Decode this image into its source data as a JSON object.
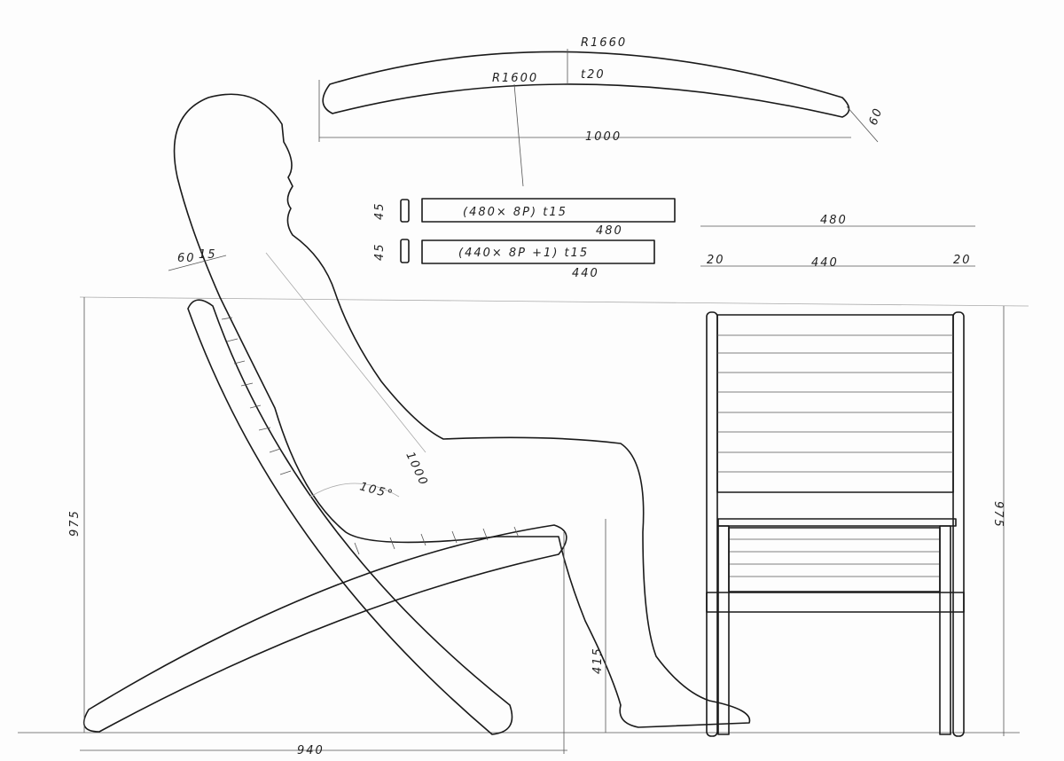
{
  "drawing": {
    "top_slat": {
      "outer_radius": "R1660",
      "inner_radius": "R1600",
      "thickness": "t20",
      "length": "1000",
      "width": "60"
    },
    "slats": [
      {
        "spec": "(480× 8P) t15",
        "length": "480",
        "width": "45"
      },
      {
        "spec": "(440× 8P +1) t15",
        "length": "440",
        "width": "45"
      }
    ],
    "side_view": {
      "back_width": "60",
      "back_offset": "15",
      "back_length": "1000",
      "angle": "105°",
      "height": "975",
      "seat_height": "415",
      "depth": "940"
    },
    "front_view": {
      "overall_width": "480",
      "side_left": "20",
      "inner_width": "440",
      "side_right": "20",
      "height": "975"
    }
  }
}
